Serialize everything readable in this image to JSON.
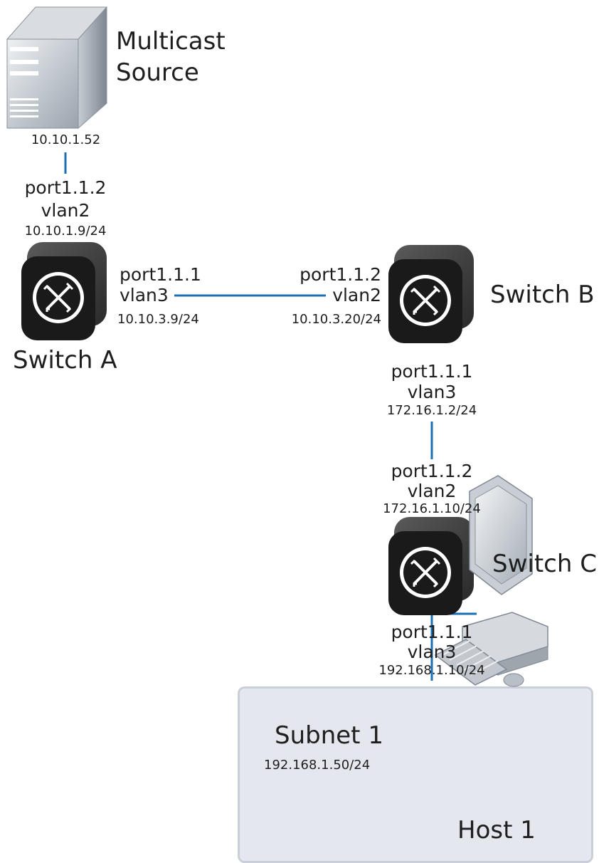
{
  "source": {
    "name_line1": "Multicast",
    "name_line2": "Source",
    "ip": "10.10.1.52"
  },
  "switch_a": {
    "name": "Switch A",
    "up_port": "port1.1.2",
    "up_vlan": "vlan2",
    "up_ip": "10.10.1.9/24",
    "right_port": "port1.1.1",
    "right_vlan": "vlan3",
    "right_ip": "10.10.3.9/24"
  },
  "switch_b": {
    "name": "Switch B",
    "left_port": "port1.1.2",
    "left_vlan": "vlan2",
    "left_ip": "10.10.3.20/24",
    "down_port": "port1.1.1",
    "down_vlan": "vlan3",
    "down_ip": "172.16.1.2/24"
  },
  "switch_c": {
    "name": "Switch C",
    "up_port": "port1.1.2",
    "up_vlan": "vlan2",
    "up_ip": "172.16.1.10/24",
    "down_port": "port1.1.1",
    "down_vlan": "vlan3",
    "down_ip": "192.168.1.10/24"
  },
  "subnet": {
    "name": "Subnet 1",
    "ip": "192.168.1.50/24"
  },
  "host": {
    "name": "Host 1"
  },
  "colors": {
    "link": "#1a6fb5",
    "switch_body": "#1a1a1a",
    "subnet_fill": "#e4e8ee"
  }
}
